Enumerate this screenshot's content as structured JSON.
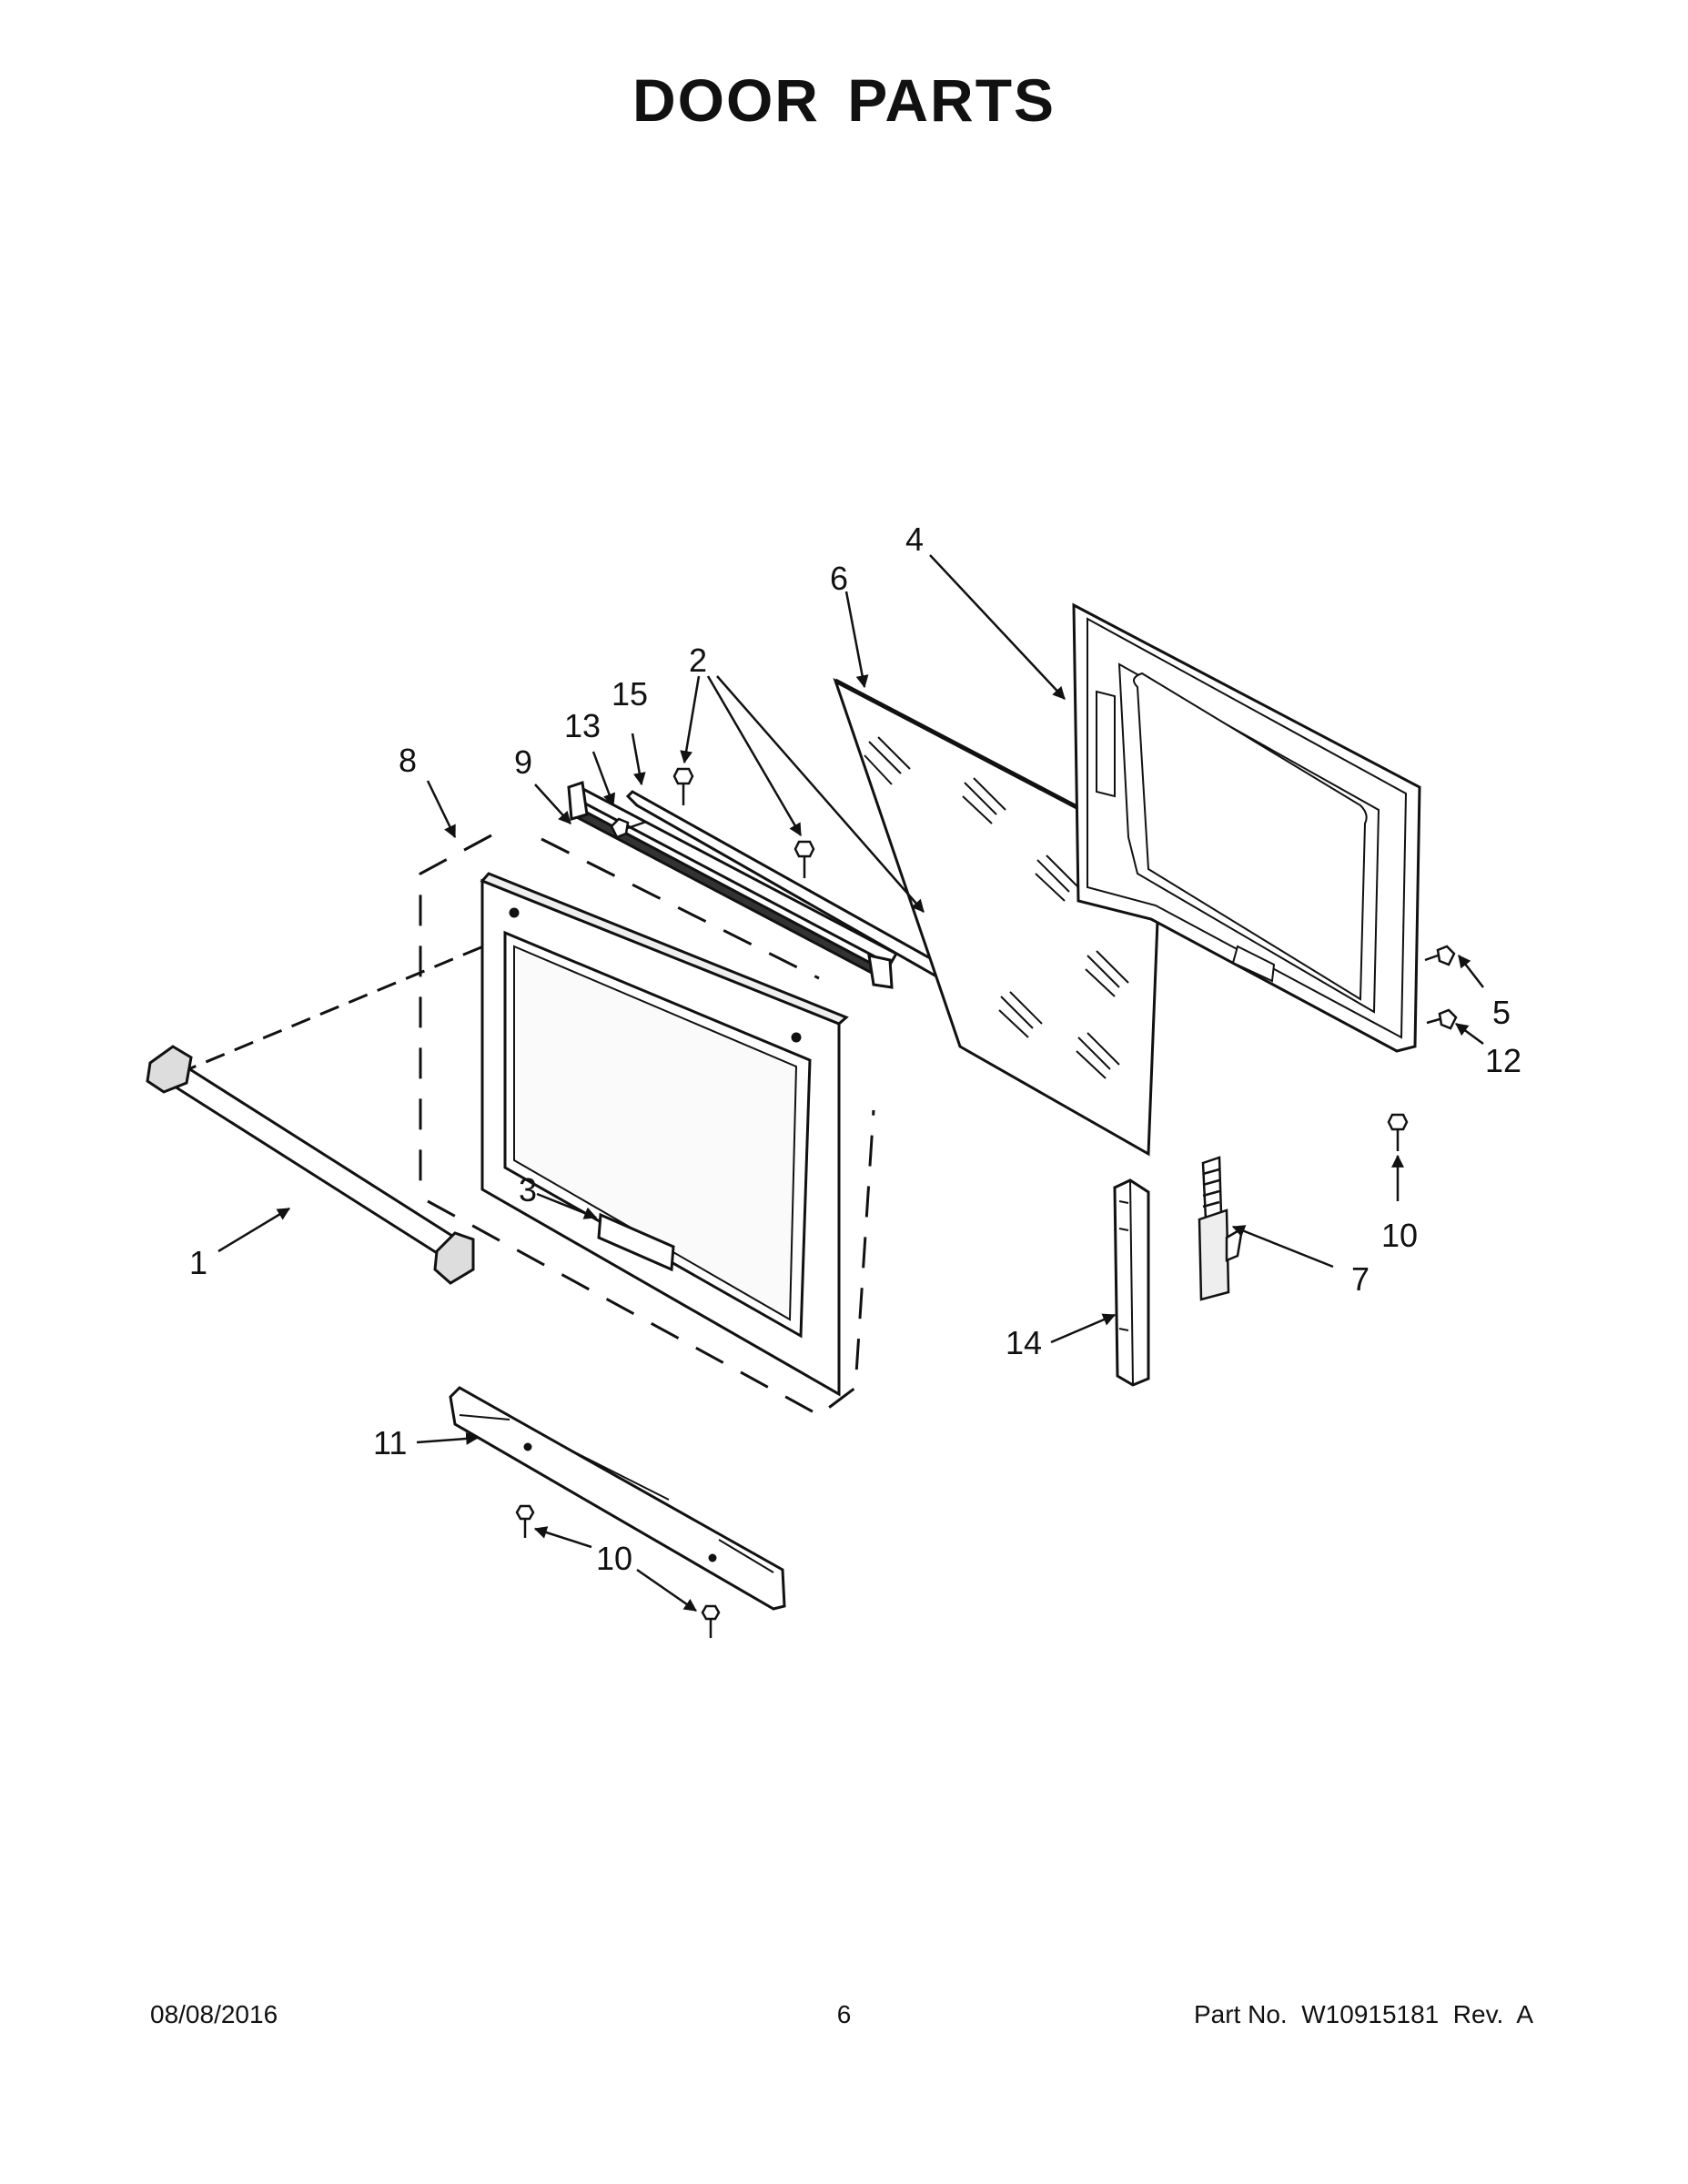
{
  "title": "DOOR PARTS",
  "callouts": {
    "c1": "1",
    "c2": "2",
    "c3": "3",
    "c4": "4",
    "c5": "5",
    "c6": "6",
    "c7": "7",
    "c8": "8",
    "c9": "9",
    "c10a": "10",
    "c10b": "10",
    "c11": "11",
    "c12": "12",
    "c13": "13",
    "c14": "14",
    "c15": "15"
  },
  "footer": {
    "date": "08/08/2016",
    "page": "6",
    "part": "Part No.  W10915181  Rev.  A"
  }
}
